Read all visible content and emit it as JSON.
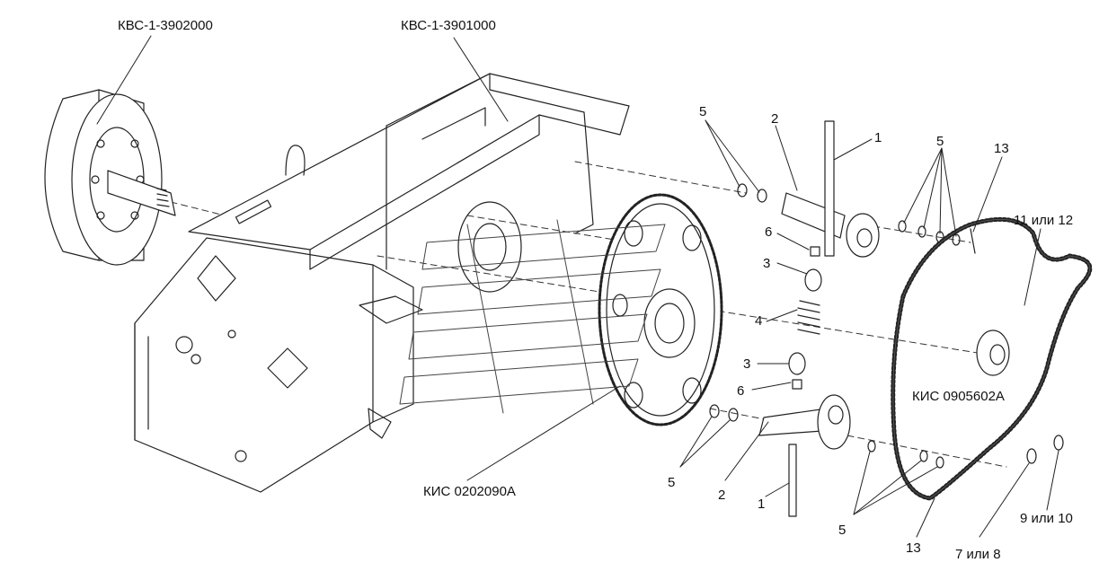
{
  "diagram": {
    "labels": {
      "kvs_3902000": "КВС-1-3902000",
      "kvs_3901000": "КВС-1-3901000",
      "kis_0202090a": "КИС 0202090А",
      "kis_0905602a": "КИС 0905602А",
      "chain": "11 или 12",
      "link_a": "9 или 10",
      "link_b": "7 или 8",
      "p1_top": "1",
      "p1_bottom": "1",
      "p2_top": "2",
      "p2_bottom": "2",
      "p3_top": "3",
      "p3_bottom": "3",
      "p4": "4",
      "p5_top_left": "5",
      "p5_top_right": "5",
      "p5_bottom_left": "5",
      "p5_bottom_right": "5",
      "p6_top": "6",
      "p6_bottom": "6",
      "p13_top": "13",
      "p13_bottom": "13"
    }
  }
}
